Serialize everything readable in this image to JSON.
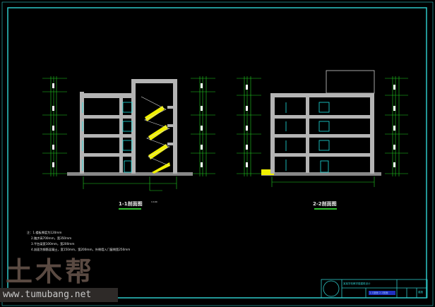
{
  "drawing": {
    "section_1_title": "1-1剖面图",
    "section_1_scale": "1:100",
    "section_2_title": "2-2剖面图",
    "notes": [
      "注：1.楼板厚度为120mm",
      "2.踏步高700mm，宽350mm",
      "3.平台梁宽100mm，宽200mm",
      "4.剖面为钢筋混凝土，宽150mm，宽200mm，外侧墙入门窗侧宽250mm"
    ],
    "title_block": {
      "school": "某某学校教学楼建筑设计",
      "drawing_name": "1-1剖面 2-2剖面",
      "sheet": "建施"
    }
  },
  "watermark": {
    "logo_text": "土木帮",
    "url": "www.tumubang.net"
  },
  "colors": {
    "frame": "#2ec8c8",
    "dimension": "#20d020",
    "structure": "#b4b4b4",
    "stair": "#f0f000",
    "window": "#20e0e0"
  }
}
